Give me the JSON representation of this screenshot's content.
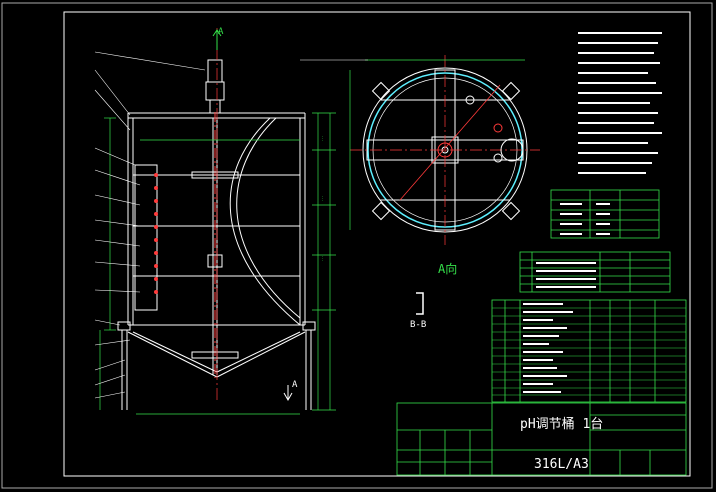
{
  "drawing": {
    "view_label": "A向",
    "section_label": "B-B",
    "arrow_label_top": "A",
    "arrow_label_bottom": "A",
    "title_block": {
      "name": "pH调节桶 1台",
      "material": "316L/A3"
    }
  },
  "colors": {
    "background": "#000000",
    "outline": "#ffffff",
    "dimension": "#35e04a",
    "center_line": "#ff3a3a",
    "hidden": "#5ef0ff",
    "frame": "#35e04a"
  },
  "icons": [
    "nozzle-icon",
    "motor-icon",
    "agitator-icon"
  ]
}
